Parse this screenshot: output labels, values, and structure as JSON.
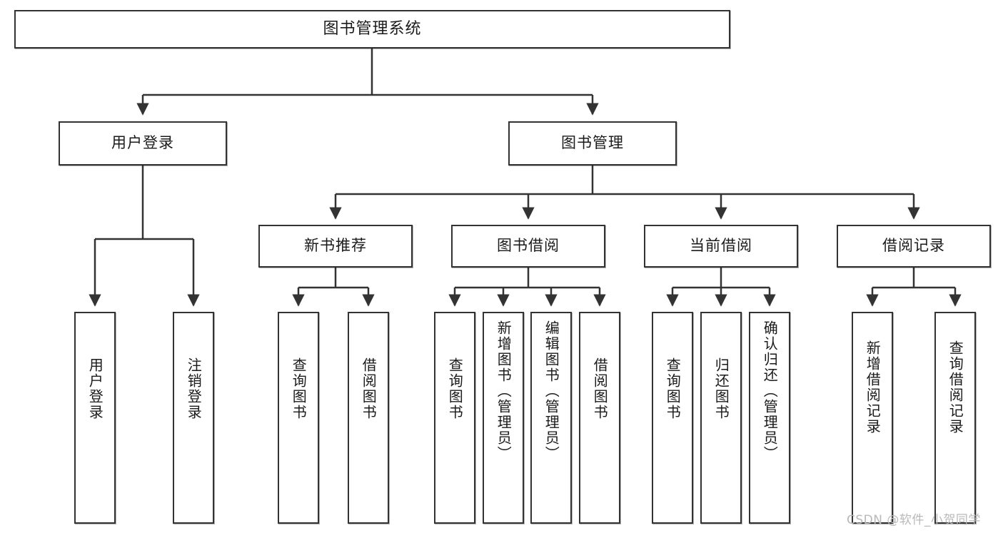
{
  "diagram": {
    "title": "图书管理系统",
    "type": "functional-structure-tree",
    "root": {
      "id": "root",
      "label": "图书管理系统"
    },
    "level2": [
      {
        "id": "user-login",
        "label": "用户登录"
      },
      {
        "id": "book-manage",
        "label": "图书管理"
      }
    ],
    "level3": [
      {
        "id": "new-book-rec",
        "label": "新书推荐",
        "parent": "book-manage"
      },
      {
        "id": "book-borrow",
        "label": "图书借阅",
        "parent": "book-manage"
      },
      {
        "id": "current-borrow",
        "label": "当前借阅",
        "parent": "book-manage"
      },
      {
        "id": "borrow-record",
        "label": "借阅记录",
        "parent": "book-manage"
      }
    ],
    "leaves": [
      {
        "id": "leaf-1",
        "label": "用户登录",
        "parent": "user-login"
      },
      {
        "id": "leaf-2",
        "label": "注销登录",
        "parent": "user-login"
      },
      {
        "id": "leaf-3",
        "label": "查询图书",
        "parent": "new-book-rec"
      },
      {
        "id": "leaf-4",
        "label": "借阅图书",
        "parent": "new-book-rec"
      },
      {
        "id": "leaf-5",
        "label": "查询图书",
        "parent": "book-borrow"
      },
      {
        "id": "leaf-6",
        "label": "新增图书（管理员）",
        "parent": "book-borrow"
      },
      {
        "id": "leaf-7",
        "label": "编辑图书（管理员）",
        "parent": "book-borrow"
      },
      {
        "id": "leaf-8",
        "label": "借阅图书",
        "parent": "book-borrow"
      },
      {
        "id": "leaf-9",
        "label": "查询图书",
        "parent": "current-borrow"
      },
      {
        "id": "leaf-10",
        "label": "归还图书",
        "parent": "current-borrow"
      },
      {
        "id": "leaf-11",
        "label": "确认归还（管理员）",
        "parent": "current-borrow"
      },
      {
        "id": "leaf-12",
        "label": "新增借阅记录",
        "parent": "borrow-record"
      },
      {
        "id": "leaf-13",
        "label": "查询借阅记录",
        "parent": "borrow-record"
      }
    ]
  },
  "watermark": {
    "text": "CSDN @软件_小贺同学"
  },
  "colors": {
    "stroke": "#333333",
    "box_fill": "#ffffff",
    "text": "#1a1a1a",
    "watermark": "#b9b9b9",
    "background": "#ffffff"
  }
}
